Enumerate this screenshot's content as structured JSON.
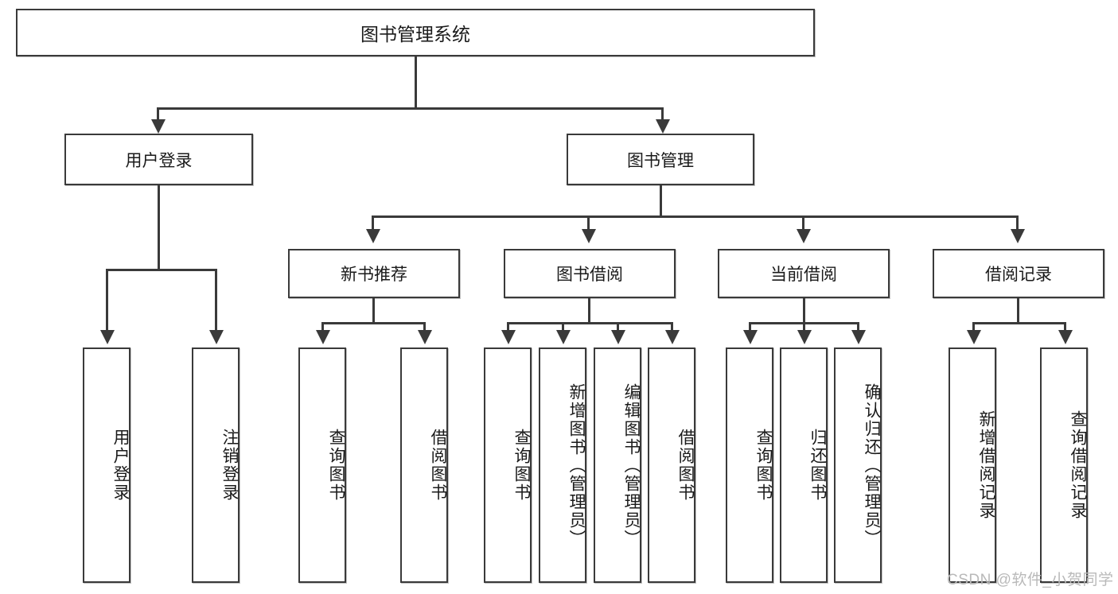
{
  "diagram": {
    "type": "tree-hierarchy-diagram",
    "title": "图书管理系统",
    "root": {
      "id": "root",
      "label": "图书管理系统"
    },
    "level2": [
      {
        "id": "user-login",
        "label": "用户登录"
      },
      {
        "id": "book-management",
        "label": "图书管理"
      }
    ],
    "level3": [
      {
        "id": "new-book-recommend",
        "label": "新书推荐",
        "parent": "book-management"
      },
      {
        "id": "book-borrow",
        "label": "图书借阅",
        "parent": "book-management"
      },
      {
        "id": "current-borrow",
        "label": "当前借阅",
        "parent": "book-management"
      },
      {
        "id": "borrow-record",
        "label": "借阅记录",
        "parent": "book-management"
      }
    ],
    "leaves": {
      "user-login": [
        {
          "id": "leaf-user-login",
          "label": "用户登录"
        },
        {
          "id": "leaf-logout-login",
          "label": "注销登录"
        }
      ],
      "new-book-recommend": [
        {
          "id": "leaf-query-book-1",
          "label": "查询图书"
        },
        {
          "id": "leaf-borrow-book-1",
          "label": "借阅图书"
        }
      ],
      "book-borrow": [
        {
          "id": "leaf-query-book-2",
          "label": "查询图书"
        },
        {
          "id": "leaf-add-book-admin",
          "label": "新增图书（管理员）"
        },
        {
          "id": "leaf-edit-book-admin",
          "label": "编辑图书（管理员）"
        },
        {
          "id": "leaf-borrow-book-2",
          "label": "借阅图书"
        }
      ],
      "current-borrow": [
        {
          "id": "leaf-query-book-3",
          "label": "查询图书"
        },
        {
          "id": "leaf-return-book",
          "label": "归还图书"
        },
        {
          "id": "leaf-confirm-return-admin",
          "label": "确认归还（管理员）"
        }
      ],
      "borrow-record": [
        {
          "id": "leaf-add-borrow-record",
          "label": "新增借阅记录"
        },
        {
          "id": "leaf-query-borrow-record",
          "label": "查询借阅记录"
        }
      ]
    }
  },
  "watermark": {
    "text": "CSDN @软件_小贺同学"
  },
  "colors": {
    "box_border": "#3a3a3a",
    "connector": "#3a3a3a",
    "text": "#1a1a1a",
    "background": "#ffffff",
    "watermark": "#b9b9b9"
  }
}
